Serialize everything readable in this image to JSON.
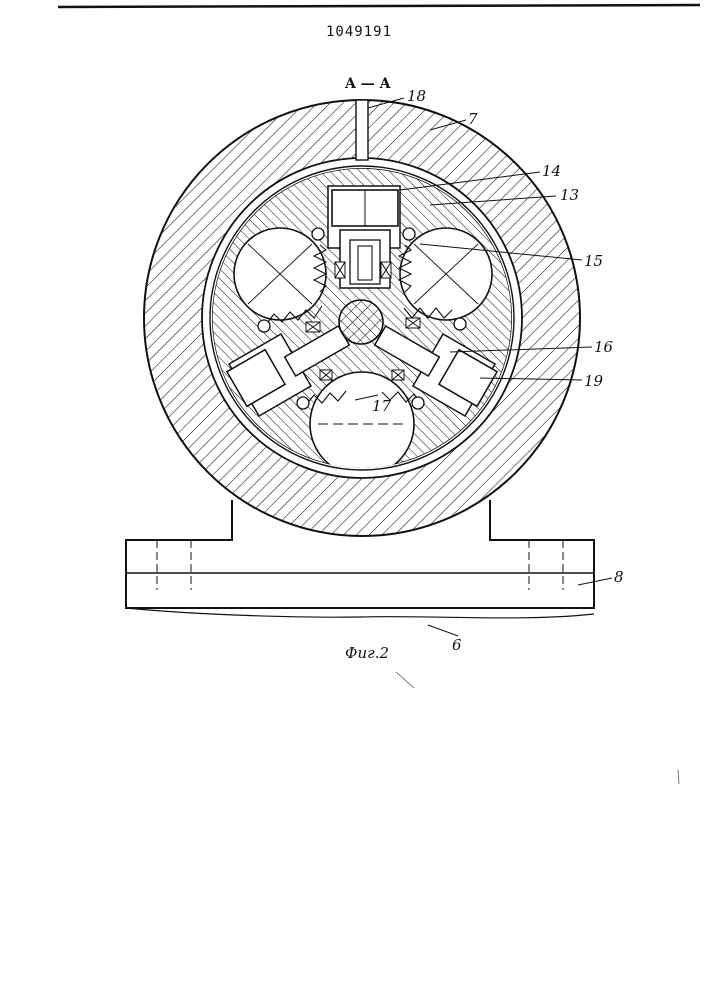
{
  "header": {
    "patent_number": "1049191"
  },
  "section_label": "A — A",
  "figure_caption": "Фиг.2",
  "callouts": [
    "18",
    "7",
    "14",
    "13",
    "15",
    "16",
    "19",
    "17",
    "8",
    "6"
  ],
  "colors": {
    "ink": "#111111",
    "paper": "#ffffff"
  }
}
